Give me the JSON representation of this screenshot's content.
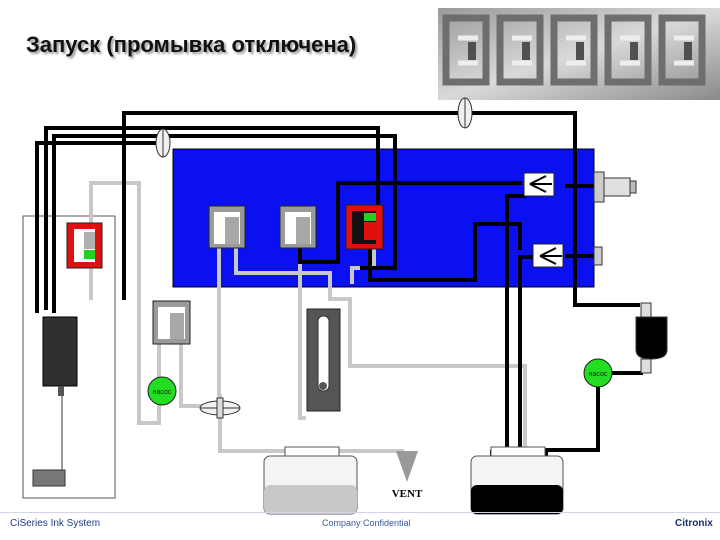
{
  "slide": {
    "title": "Запуск (промывка отключена)",
    "footer_left": "CiSeries Ink System",
    "footer_center": "Company Confidential",
    "footer_right": "Citronix"
  },
  "diagram": {
    "pump_left_label": "насос",
    "pump_right_label": "насос",
    "vent_label": "VENT"
  },
  "colors": {
    "manifold": "#0a10f0",
    "valve_active": "#e01010",
    "indicator_green": "#22d022",
    "pump_green": "#22dd22",
    "ink_black": "#000000",
    "tank_gray": "#c8c8c8"
  }
}
